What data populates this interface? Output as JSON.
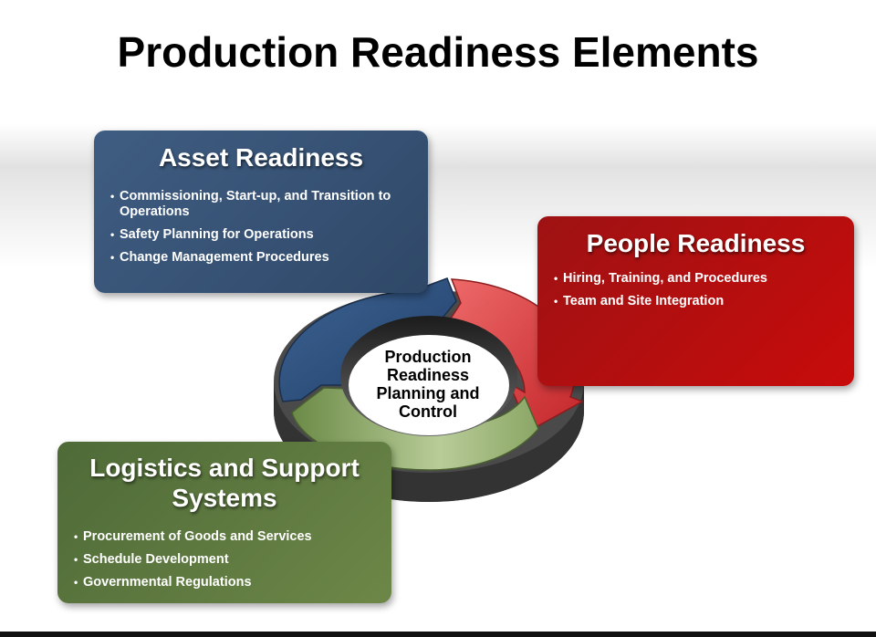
{
  "title": "Production Readiness Elements",
  "center": {
    "line1": "Production",
    "line2": "Readiness",
    "line3": "Planning and",
    "line4": "Control"
  },
  "boxes": {
    "asset": {
      "heading": "Asset Readiness",
      "color": "#34506f",
      "items": [
        "Commissioning, Start-up, and Transition to Operations",
        "Safety Planning for Operations",
        "Change Management Procedures"
      ]
    },
    "people": {
      "heading": "People Readiness",
      "color": "#b40f10",
      "items": [
        "Hiring, Training, and Procedures",
        "Team and Site Integration"
      ]
    },
    "logistics": {
      "heading": "Logistics and Support Systems",
      "color": "#5e7a40",
      "items": [
        "Procurement of Goods and Services",
        "Schedule Development",
        "Governmental Regulations"
      ]
    }
  },
  "ring_colors": {
    "blue": "#2f4f7a",
    "red": "#d9393b",
    "green": "#7f9a5c",
    "base": "#3a3a3a"
  }
}
